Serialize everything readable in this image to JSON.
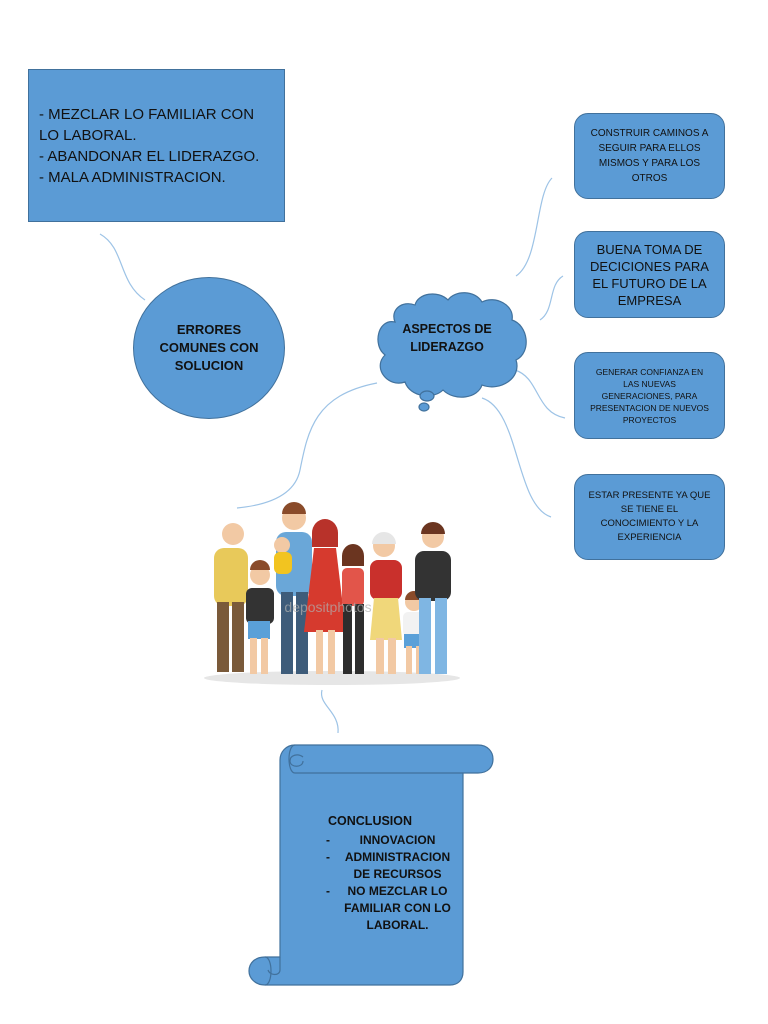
{
  "errors_list": {
    "lines": [
      "- MEZCLAR LO FAMILIAR CON",
      "LO LABORAL.",
      "- ABANDONAR EL LIDERAZGO.",
      "- MALA ADMINISTRACION."
    ]
  },
  "errors_node": {
    "label": "ERRORES COMUNES CON SOLUCION"
  },
  "center_node": {
    "label": "ASPECTOS DE LIDERAZGO"
  },
  "aspects": [
    {
      "text": "CONSTRUIR CAMINOS A SEGUIR PARA ELLOS MISMOS Y PARA LOS OTROS"
    },
    {
      "text": "BUENA TOMA DE DECICIONES PARA EL FUTURO DE LA EMPRESA"
    },
    {
      "text": "GENERAR CONFIANZA EN LAS NUEVAS GENERACIONES, PARA PRESENTACION DE NUEVOS PROYECTOS"
    },
    {
      "text": "ESTAR PRESENTE YA QUE SE TIENE EL CONOCIMIENTO Y LA EXPERIENCIA"
    }
  ],
  "conclusion": {
    "title": "CONCLUSION",
    "items": [
      {
        "dash": "-",
        "text": "INNOVACION"
      },
      {
        "dash": "-",
        "text": "ADMINISTRACION DE RECURSOS"
      },
      {
        "dash": "-",
        "text": "NO MEZCLAR LO FAMILIAR CON LO LABORAL."
      }
    ]
  },
  "illustration": {
    "icon": "family-group-illustration",
    "watermark": "depositphotos"
  },
  "colors": {
    "shape_fill": "#5b9bd5",
    "shape_border": "#41719c",
    "connector": "#9dc3e6"
  }
}
